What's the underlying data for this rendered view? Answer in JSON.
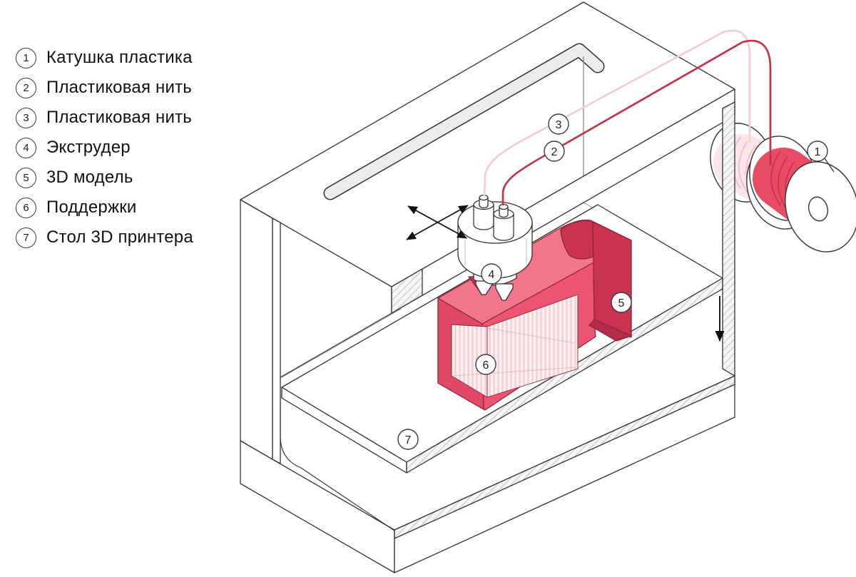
{
  "legend": {
    "items": [
      {
        "num": "1",
        "label": "Катушка пластика"
      },
      {
        "num": "2",
        "label": "Пластиковая нить"
      },
      {
        "num": "3",
        "label": "Пластиковая нить"
      },
      {
        "num": "4",
        "label": "Экструдер"
      },
      {
        "num": "5",
        "label": "3D модель"
      },
      {
        "num": "6",
        "label": "Поддержки"
      },
      {
        "num": "7",
        "label": "Стол 3D принтера"
      }
    ]
  },
  "colors": {
    "outline": "#333333",
    "model_front": "#ec5471",
    "model_top": "#f2758b",
    "model_dark": "#c93350",
    "model_darkest": "#b52b49",
    "support_bg": "#fcf1f3",
    "support_stripe": "#f3ccd5",
    "filament_red": "#c23349",
    "filament_pale": "#f4ccd4",
    "winding_red": "#e64d64",
    "winding_pale": "#fbe4ea",
    "slot_gray": "#ececec"
  }
}
